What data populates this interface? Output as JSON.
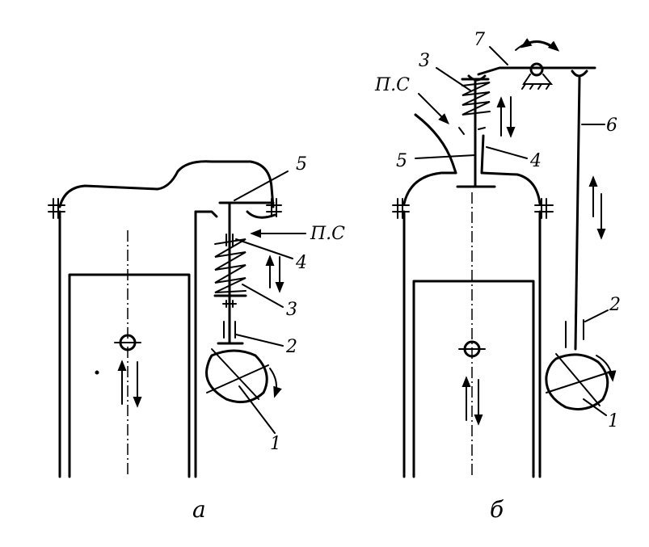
{
  "left": {
    "caption": "а",
    "labels": {
      "l5": "5",
      "intake": "П.С",
      "l4": "4",
      "l3": "3",
      "l2": "2",
      "l1": "1"
    }
  },
  "right": {
    "caption": "б",
    "labels": {
      "l7": "7",
      "l3": "3",
      "intake": "П.С",
      "l6": "6",
      "l5": "5",
      "l4": "4",
      "l2": "2",
      "l1": "1"
    }
  }
}
